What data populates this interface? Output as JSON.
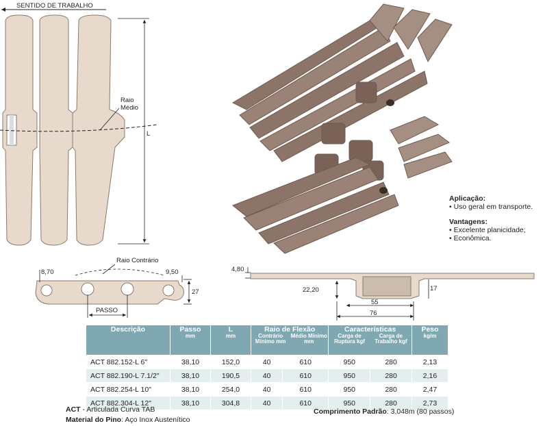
{
  "top_diagram": {
    "direction_label": "SENTIDO DE TRABALHO",
    "radius_label_1": "Raio",
    "radius_label_2": "Médio",
    "length_label": "L"
  },
  "side_diagram": {
    "reverse_radius_label": "Raio Contrário",
    "dim_870": "8,70",
    "dim_950": "9,50",
    "dim_27": "27",
    "pitch_label": "PASSO"
  },
  "profile_diagram": {
    "dim_480": "4,80",
    "dim_2220": "22,20",
    "dim_17": "17",
    "dim_55": "55",
    "dim_76": "76"
  },
  "info": {
    "application_title": "Aplicação:",
    "application_items": [
      "Uso geral em transporte."
    ],
    "advantages_title": "Vantagens:",
    "advantages_items": [
      "Excelente planicidade;",
      "Econômica."
    ]
  },
  "table": {
    "headers": {
      "descricao": "Descrição",
      "passo": "Passo",
      "passo_unit": "mm",
      "l": "L",
      "l_unit": "mm",
      "raio": "Raio de Flexão",
      "raio_sub1": "Contrário Mínimo mm",
      "raio_sub2": "Médio Mínimo mm",
      "carac": "Características",
      "carac_sub1": "Carga de Ruptura kgf",
      "carac_sub2": "Carga de Trabalho kgf",
      "peso": "Peso",
      "peso_unit": "kg/m"
    },
    "rows": [
      {
        "desc": "ACT 882.152-L 6\"",
        "passo": "38,10",
        "l": "152,0",
        "contrario": "40",
        "medio": "610",
        "ruptura": "950",
        "trabalho": "280",
        "peso": "2,13"
      },
      {
        "desc": "ACT 882.190-L 7.1/2\"",
        "passo": "38,10",
        "l": "190,5",
        "contrario": "40",
        "medio": "610",
        "ruptura": "950",
        "trabalho": "280",
        "peso": "2,16"
      },
      {
        "desc": "ACT 882.254-L 10\"",
        "passo": "38,10",
        "l": "254,0",
        "contrario": "40",
        "medio": "610",
        "ruptura": "950",
        "trabalho": "280",
        "peso": "2,47"
      },
      {
        "desc": "ACT 882.304-L 12\"",
        "passo": "38,10",
        "l": "304,8",
        "contrario": "40",
        "medio": "610",
        "ruptura": "950",
        "trabalho": "280",
        "peso": "2,73"
      }
    ]
  },
  "footer": {
    "act_label": "ACT",
    "act_text": " - Articulada Curva TAB",
    "material_label": "Material do Pino",
    "material_text": ": Aço Inox Austenítico",
    "length_label": "Comprimento Padrão",
    "length_text": ": 3,048m (80 passos)"
  },
  "colors": {
    "link": "#e7d9cb",
    "link_stroke": "#8a7a6c",
    "photo": "#8c7468",
    "photo_light": "#a58e82",
    "header": "#7fa8b2",
    "row_alt": "#e3eeef"
  }
}
